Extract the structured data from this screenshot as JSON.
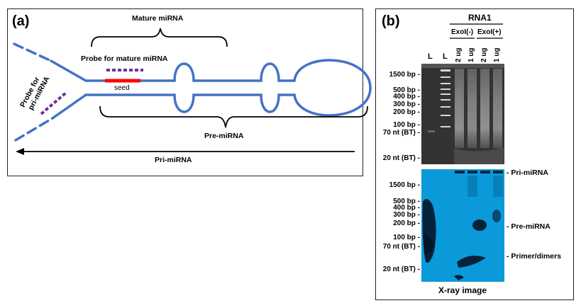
{
  "panel_a": {
    "letter": "(a)",
    "mature_mirna": "Mature miRNA",
    "probe_mature": "Probe for mature miRNA",
    "seed": "seed",
    "probe_pri_line1": "Probe for",
    "probe_pri_line2": "pri-miRNA",
    "pre_mirna": "Pre-miRNA",
    "pri_mirna": "Pri-miRNA",
    "colors": {
      "strand": "#4472c4",
      "seed": "#ff0000",
      "probe": "#7030a0"
    }
  },
  "panel_b": {
    "letter": "(b)",
    "rna_group": "RNA1",
    "exo_minus": "ExoI(-)",
    "exo_plus": "ExoI(+)",
    "lanes": [
      "L",
      "L",
      "2 ug",
      "1 ug",
      "2 ug",
      "1 ug"
    ],
    "gel_ladder": [
      "1500 bp -",
      "500 bp -",
      "400 bp -",
      "300 bp -",
      "200 bp -",
      "100 bp -",
      "70 nt (BT) -",
      "20 nt (BT) -"
    ],
    "xray_ladder": [
      "1500 bp -",
      "500 bp -",
      "400 bp -",
      "300 bp -",
      "200 bp -",
      "100 bp -",
      "70 nt (BT) -",
      "20 nt (BT) -"
    ],
    "band_labels": [
      "- Pri-miRNA",
      "- Pre-miRNA",
      "- Primer/dimers"
    ],
    "caption": "X-ray image",
    "colors": {
      "gel_bg": "#3a3a3a",
      "xray_bg": "#0a9ad9"
    }
  }
}
